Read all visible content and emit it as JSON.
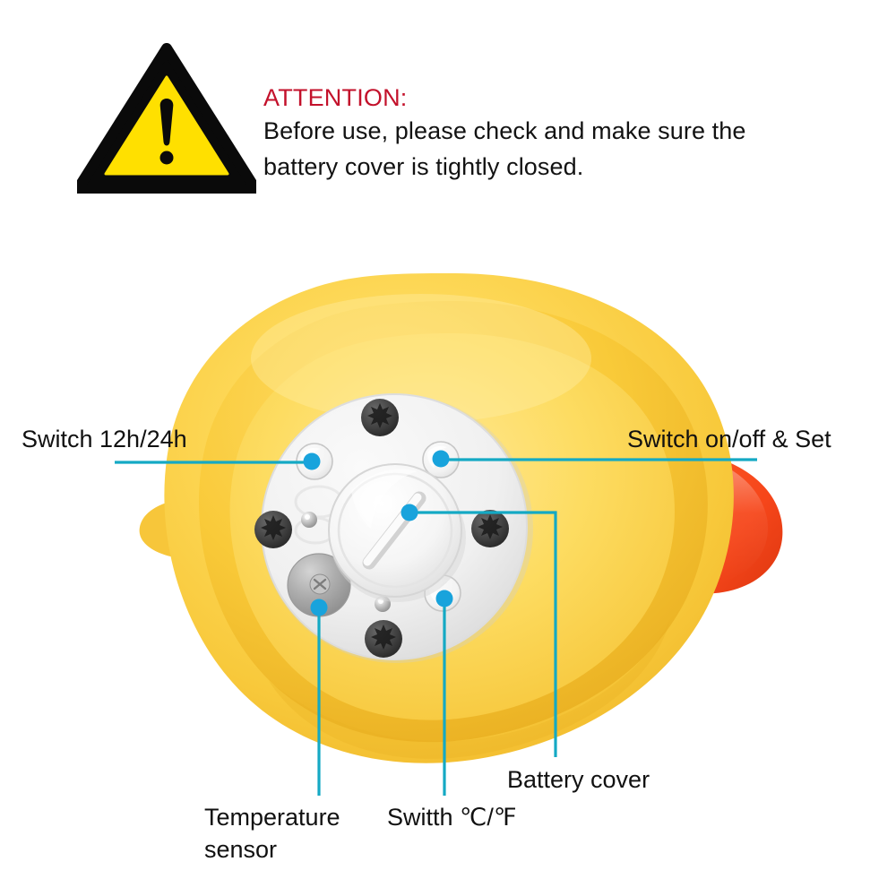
{
  "warning": {
    "icon_name": "warning-triangle-icon",
    "heading": "ATTENTION:",
    "heading_color": "#C3112B",
    "line1": "Before use, please check and make sure the",
    "line2": "battery cover is tightly closed.",
    "triangle_fill": "#FFE000",
    "triangle_border": "#0A0A0A"
  },
  "product": {
    "name": "duck-thermometer-bottom-view",
    "body_color": "#F9CE3C",
    "body_highlight": "#FFE27A",
    "body_shadow": "#EDB52A",
    "beak_color": "#F84A1C",
    "beak_highlight": "#FF7342",
    "panel_color": "#F2F2F2",
    "screw_color": "#3A3A3A",
    "sensor_color": "#A9A9A9"
  },
  "callouts": {
    "accent_line": "#14A9C4",
    "accent_dot": "#18A3DC",
    "items": [
      {
        "id": "switch-12h-24h",
        "label": "Switch 12h/24h"
      },
      {
        "id": "switch-on-off-set",
        "label": "Switch on/off & Set"
      },
      {
        "id": "battery-cover",
        "label": "Battery cover"
      },
      {
        "id": "switch-c-f",
        "label": "Switth ℃/℉"
      },
      {
        "id": "temperature-sensor",
        "label": "Temperature sensor"
      }
    ]
  }
}
